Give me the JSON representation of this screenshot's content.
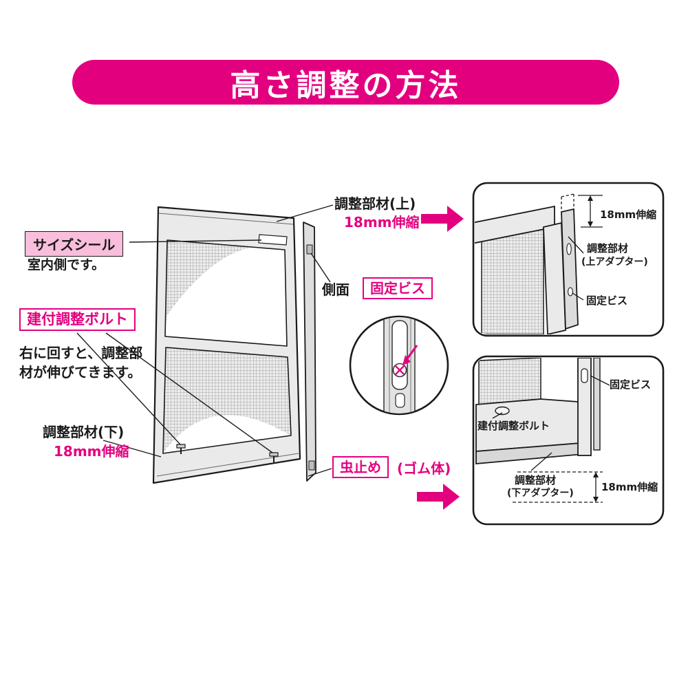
{
  "banner": {
    "title": "高さ調整の方法"
  },
  "colors": {
    "accent": "#e3007f",
    "seal_pink": "#f8bedb",
    "frame_gray": "#eaeaea"
  },
  "main_labels": {
    "size_seal": {
      "title": "サイズシール",
      "note": "室内側です。"
    },
    "adjust_bolt": {
      "label": "建付調整ボルト",
      "desc_line1": "右に回すと、調整部",
      "desc_line2": "材が伸びてきます。"
    },
    "adjuster_bottom": {
      "label": "調整部材(下)",
      "stretch": "18mm伸縮"
    },
    "adjuster_top": {
      "label": "調整部材(上)",
      "stretch": "18mm伸縮"
    },
    "side": {
      "label": "側面"
    },
    "fixing_screw": {
      "label": "固定ビス"
    },
    "insect_stop": {
      "label": "虫止め",
      "note": "(ゴム体)"
    }
  },
  "panel_top": {
    "stretch": "18mm伸縮",
    "adapter_line1": "調整部材",
    "adapter_line2": "(上アダプター)",
    "screw": "固定ビス"
  },
  "panel_bottom": {
    "screw": "固定ビス",
    "bolt": "建付調整ボルト",
    "adapter_line1": "調整部材",
    "adapter_line2": "(下アダプター)",
    "stretch": "18mm伸縮"
  }
}
